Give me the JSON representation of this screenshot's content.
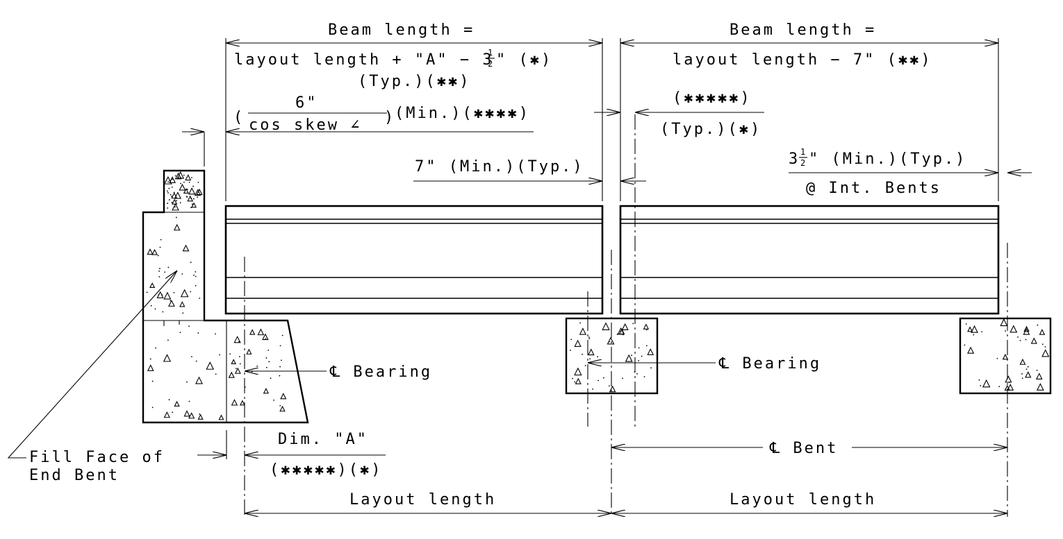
{
  "labels": {
    "beam_length_left_title": "Beam length =",
    "beam_length_left_formula_a": "layout length + \"A\" − 3",
    "beam_length_left_formula_b": "\" (✱)",
    "beam_length_left_typ": "(Typ.)(✱✱)",
    "cos_numerator": "6\"",
    "cos_denominator": "cos skew ∠",
    "cos_suffix": "(Min.)(✱✱✱✱)",
    "seven_min_typ": "7\" (Min.)(Typ.)",
    "beam_length_right_title": "Beam length =",
    "beam_length_right_formula": "layout length − 7\" (✱✱)",
    "five_star": "(✱✱✱✱✱)",
    "typ_star": "(Typ.)(✱)",
    "three_half_a": "3",
    "three_half_b": "\" (Min.)(Typ.)",
    "int_bents": "@ Int. Bents",
    "cl_bearing_left": "℄ Bearing",
    "cl_bearing_right": "℄ Bearing",
    "dim_a": "Dim. \"A\"",
    "dim_a_notes": "(✱✱✱✱✱)(✱)",
    "fill_face_1": "Fill Face of",
    "fill_face_2": "End Bent",
    "cl_bent": "℄ Bent",
    "layout_length_left": "Layout length",
    "layout_length_right": "Layout length",
    "half_num": "1",
    "half_den": "2"
  },
  "colors": {
    "ink": "#000000",
    "paper": "#ffffff"
  }
}
